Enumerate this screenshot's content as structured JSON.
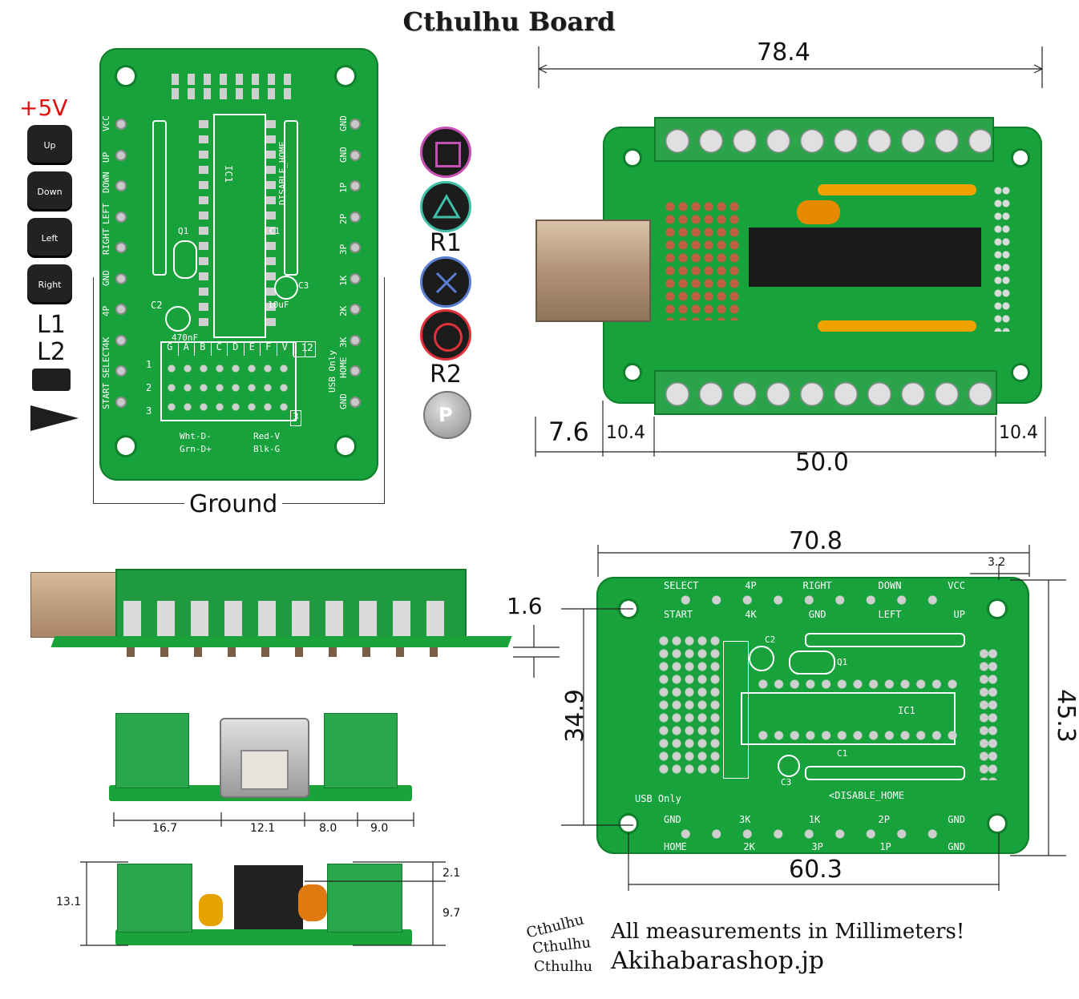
{
  "title": "Cthulhu Board",
  "left_board": {
    "power_label": "+5V",
    "left_pins": [
      "VCC",
      "UP",
      "DOWN",
      "LEFT",
      "RIGHT",
      "GND",
      "4P",
      "4K",
      "SELECT",
      "START"
    ],
    "right_pins": [
      "GND",
      "GND",
      "1P",
      "2P",
      "3P",
      "1K",
      "2K",
      "3K",
      "HOME",
      "GND"
    ],
    "ic_label": "IC1",
    "q_label": "Q1",
    "c1_label": "C1",
    "c2_label": "C2",
    "c3_label": "C3",
    "c2_value": "470nF",
    "c3_value": "10uF",
    "disable_label": "DISABLE_HOME",
    "grid_cols": [
      "G",
      "A",
      "B",
      "C",
      "D",
      "E",
      "F",
      "V"
    ],
    "grid_rows": [
      "1",
      "2",
      "3"
    ],
    "usb_wires_left": [
      "Wht-D-",
      "Grn-D+"
    ],
    "usb_wires_right": [
      "Red-V",
      "Blk-G"
    ],
    "usb_only": "USB Only",
    "box_labels": [
      "1",
      "2",
      "3"
    ]
  },
  "controls": {
    "dpad": [
      "Up",
      "Down",
      "Left",
      "Right"
    ],
    "shoulder_labels": [
      "L1",
      "L2"
    ],
    "right_labels": [
      "R1",
      "R2"
    ],
    "ground_label": "Ground"
  },
  "ps_colors": {
    "square": "#c64fb4",
    "triangle": "#3fbfa8",
    "cross": "#5b7fd6",
    "circle": "#e0303a"
  },
  "dims_top_right": {
    "width": "78.4",
    "left_offset": "7.6",
    "left_term": "10.4",
    "middle": "50.0",
    "right_term": "10.4"
  },
  "dims_bottom_right": {
    "width": "70.8",
    "hole_offset": "3.2",
    "hole_spacing_v": "34.9",
    "height": "45.3",
    "hole_spacing_h": "60.3"
  },
  "bottom_board": {
    "top_labels_upper": [
      "SELECT",
      "4P",
      "RIGHT",
      "DOWN",
      "VCC"
    ],
    "top_labels_lower": [
      "START",
      "4K",
      "GND",
      "LEFT",
      "UP"
    ],
    "bottom_labels_upper": [
      "GND",
      "3K",
      "1K",
      "2P",
      "GND"
    ],
    "bottom_labels_lower": [
      "HOME",
      "2K",
      "3P",
      "1P",
      "GND"
    ],
    "ic_label": "IC1",
    "q_label": "Q1",
    "c1_label": "C1",
    "c2_label": "C2",
    "c3_label": "C3",
    "disable_label": "<DISABLE_HOME",
    "usb_only": "USB Only"
  },
  "dims_side": {
    "thickness": "1.6",
    "front_a": "16.7",
    "front_b": "12.1",
    "front_c": "8.0",
    "front_d": "9.0",
    "height_total": "13.1",
    "height_top": "2.1",
    "height_mid": "9.7"
  },
  "footer": {
    "cthulhu_lines": [
      "Cthulhu",
      "Cthulhu",
      "Cthulhu"
    ],
    "measurements": "All measurements in Millimeters!",
    "shop": "Akihabarashop.jp"
  }
}
